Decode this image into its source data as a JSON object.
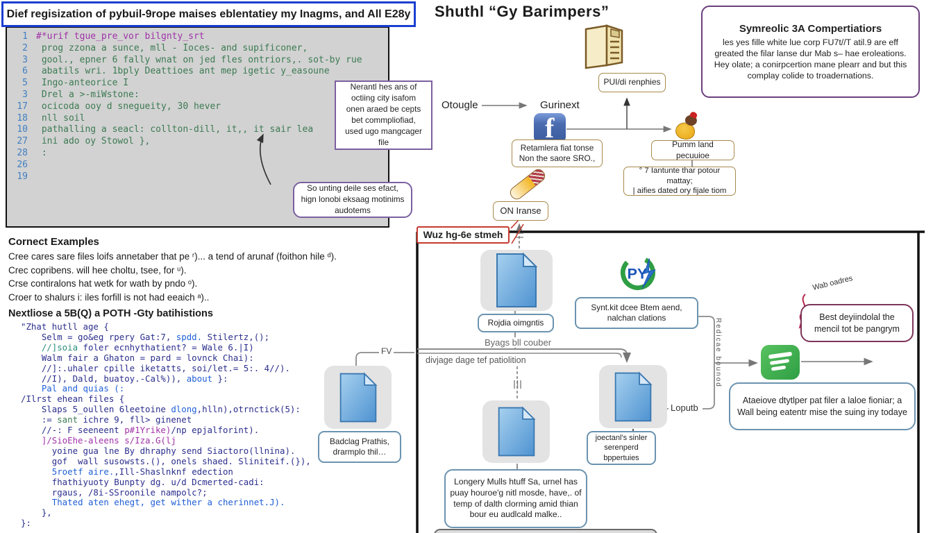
{
  "title_box": {
    "text": "Dief regisization of pybuil-9rope maises eblentatiey my Inagms, and All E28y"
  },
  "editor": {
    "lines": [
      {
        "n": "1",
        "c": "mag",
        "t": "#*urif tgue_pre_vor bilgnty_srt"
      },
      {
        "n": "2",
        "c": "grn",
        "t": " prog zzona a sunce, mll - Ioces- and supificoner,"
      },
      {
        "n": "3",
        "c": "grn",
        "t": " gool., epner 6 fally wnat on jed fles ontriors,. sot-by rue"
      },
      {
        "n": "6",
        "c": "grn",
        "t": " abatils wri. 1bply Deattioes ant mep igetic y_easoune"
      },
      {
        "n": "5",
        "c": "grn",
        "t": " Ingo-anteorice I"
      },
      {
        "n": "3",
        "c": "grn",
        "t": " Drel a >-miWstone:"
      },
      {
        "n": "17",
        "c": "grn",
        "t": " ocicoda ooy d snegueity, 30 hever"
      },
      {
        "n": "18",
        "c": "grn",
        "t": " nll soil"
      },
      {
        "n": "10",
        "c": "grn",
        "t": " pathalling a seacl: collton-dill, it,, it sair lea"
      },
      {
        "n": "27",
        "c": "grn",
        "t": " ini ado oy Stowol },"
      },
      {
        "n": "28",
        "c": "grn",
        "t": " :"
      },
      {
        "n": "26",
        "c": "grn",
        "t": ""
      },
      {
        "n": "19",
        "c": "grn",
        "t": ""
      }
    ]
  },
  "callouts": {
    "c1": "Nerantl hes ans of octiing city isafom onen araed be cepts bet commpliofiad, used ugo mangcager file",
    "c2": "So unting deile ses efact, hign lonobi eksaag motinims audotems"
  },
  "examples": {
    "header": "Cornect Examples",
    "lines": [
      "Cree cares sare files loifs annetaber that pe ʳ)... a tend of arunaf (foithon hile ᵈ).",
      "Crec copribens. will hee choltu, tsee, for ᵘ).",
      "Crse contiralons hat wetk for wath by pndo ᵒ).",
      "Croer to shalurs i: iles forfill is not had eeaich ᵃ).."
    ]
  },
  "snippet": {
    "header": "Nextliose a 5B(Q) a POTH -Gty batihistions",
    "lines": [
      [
        [
          "\"Zhat hutll age {",
          "nav"
        ]
      ],
      [
        [
          "    Selm = go&eg rpery Gat:7, ",
          "nav"
        ],
        [
          "spdd.",
          "blu"
        ],
        [
          " Stilertz,();",
          "nav"
        ]
      ],
      [
        [
          "    //]soia",
          "tea"
        ],
        [
          " foler ecnhythatient? = Wale 6.|I)",
          "nav"
        ]
      ],
      [
        [
          "    Walm fair a Ghaton = pard = lovnck Chai):",
          "nav"
        ]
      ],
      [
        [
          "    //]:.uhaler cpille iketatts, soi/let.= 5:. 4//).",
          "nav"
        ]
      ],
      [
        [
          "    //I), Dald, buatoy.-Cal%)), ",
          "nav"
        ],
        [
          "about",
          "blu"
        ],
        [
          " }:",
          "nav"
        ]
      ],
      [
        [
          "    ",
          "nav"
        ],
        [
          "Pal and quias (:",
          "blu"
        ]
      ],
      [
        [
          "/Ilrst ehean files {",
          "nav"
        ]
      ],
      [
        [
          "    Slaps 5_oullen 6leetoine ",
          "nav"
        ],
        [
          "dlong",
          "blu"
        ],
        [
          ",hlln),otrnctick(5):",
          "nav"
        ]
      ],
      [
        [
          "    := ",
          "nav"
        ],
        [
          "sant",
          "grn"
        ],
        [
          " ichre 9, fll> ginenet",
          "nav"
        ]
      ],
      [
        [
          "    //-: F seeneent ",
          "nav"
        ],
        [
          "p#1Yrike)",
          "mag"
        ],
        [
          "/np epjalforint).",
          "nav"
        ]
      ],
      [
        [
          "    ]/SioEhe-aleens s/Iza.G(lj",
          "mag"
        ]
      ],
      [
        [
          "      yoine gua lne By dhraphy send Siactoro(llnina).",
          "nav"
        ]
      ],
      [
        [
          "      gof  wall susowsts.(), onels shaed. Sliniteif.(}),",
          "nav"
        ]
      ],
      [
        [
          "      ",
          "nav"
        ],
        [
          "5roetf aire.",
          "blu"
        ],
        [
          ",Ill-Shaslnknf edection",
          "nav"
        ]
      ],
      [
        [
          "      fhathiyuoty Bunpty dg. u/d Dcmerted-cadi:",
          "nav"
        ]
      ],
      [
        [
          "      rgaus, /8i-SSroonile nampolc?;",
          "nav"
        ]
      ],
      [
        [
          "      ",
          "nav"
        ],
        [
          "Thated aten ehegt, get wither a cherinnet.J).",
          "blu"
        ]
      ],
      [
        [
          "    },",
          "nav"
        ]
      ],
      [
        [
          "}:",
          "nav"
        ]
      ]
    ]
  },
  "diagram": {
    "main_title": "Shuthl “Gy Barimpers”",
    "symreolic": {
      "title": "Symreolic 3A Compertiatiors",
      "body": "les yes fille white lue corp FU7t//T atil.9 are eff greated the filar lanse dur Mab s– hae eroleations. Hey olate; a conirpcertion mane plearr and but this complay colide to troadernations."
    },
    "otougle": "Otougle",
    "gurinext": "Gurinext",
    "folder_label": "PUI/di renphies",
    "fb_box": {
      "line1": "Retamlera fiat tonse",
      "line2": "Non the saore SRO.,"
    },
    "pumm_box": "Pumm land pecuuioe",
    "note_box": {
      "line1": "° 7 Iantunte thar potour mattay;",
      "line2": "|  aifies dated ory fijale tiom"
    },
    "on_box": "ON Iranse",
    "warn_box": "Wuz hg-6e stmeh",
    "file1_label": "Rojdia oimgntis",
    "byags": "Byags bll couber",
    "divjage": "divjage dage tef patiolition",
    "fv": "FV",
    "syntakit": {
      "line1": "Synt.kit dcee Btem aend,",
      "line2": "nalchan clations"
    },
    "badclag": {
      "line1": "Badclag Prathis,",
      "line2": "drarmplo thil…"
    },
    "joectanl": {
      "line1": "joectanl's sinler",
      "line2": "serenperd bppertuies"
    },
    "loputb": "Loputb",
    "longery": "Longery Mulls htuff Sa, urnel has puay houroe'g nitl mosde, have,. of temp of dalth clorming amid thian bour eu audlcald malke..",
    "best_box": "Best deyiindolal the mencil tot be pangrym",
    "wab": "Wab oadres",
    "vertical_label": "Redicae bounod",
    "ataeiove": "Ataeiove dtytlper pat filer a laloe fioniar; a Wall being eatentr mise the suing iny todaye",
    "icons": {
      "folder": "folder-icon",
      "facebook": "facebook-icon",
      "bee": "bee-icon",
      "ticket": "ticket-icon",
      "file": "file-icon",
      "python": "python-logo-icon",
      "green_app": "green-app-icon"
    }
  }
}
